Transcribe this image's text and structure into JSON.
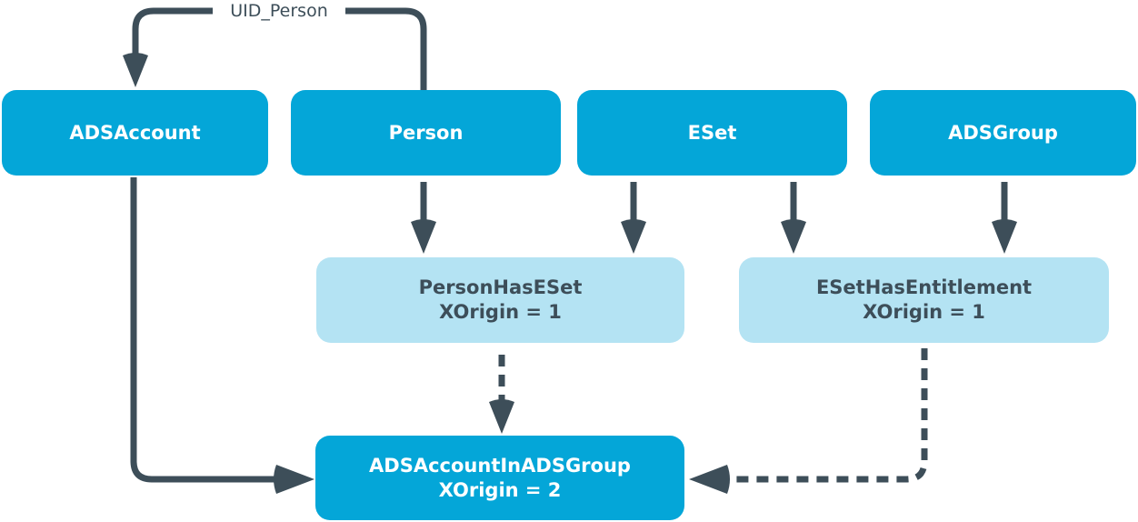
{
  "colors": {
    "table": "#04a6d8",
    "relation_table": "#b4e3f3",
    "connector": "#3d4e59",
    "table_text": "#ffffff"
  },
  "nodes": {
    "adsaccount": {
      "label": "ADSAccount"
    },
    "person": {
      "label": "Person"
    },
    "eset": {
      "label": "ESet"
    },
    "adsgroup": {
      "label": "ADSGroup"
    },
    "person_has_eset": {
      "label": "PersonHasESet",
      "xorigin": "XOrigin = 1"
    },
    "eset_has_entitlement": {
      "label": "ESetHasEntitlement",
      "xorigin": "XOrigin = 1"
    },
    "adsaccount_in_adsgroup": {
      "label": "ADSAccountInADSGroup",
      "xorigin": "XOrigin = 2"
    }
  },
  "edges": {
    "uid_person_label": "UID_Person"
  }
}
